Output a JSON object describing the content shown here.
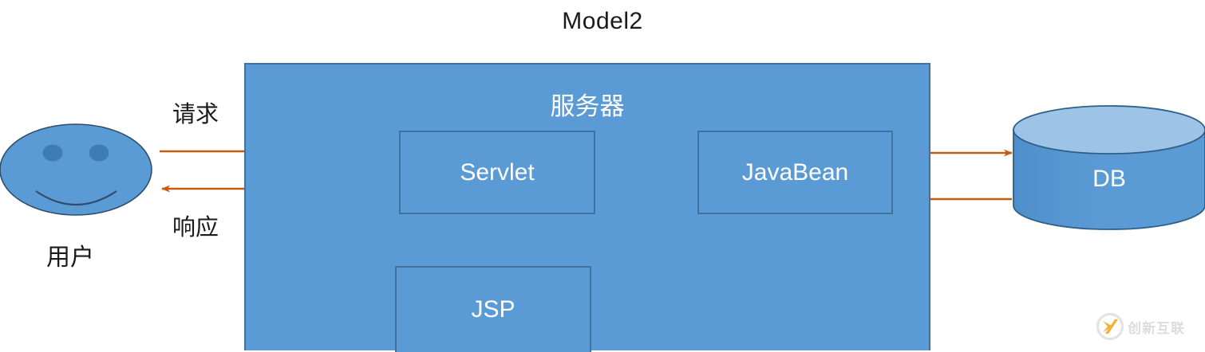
{
  "diagram": {
    "title": "Model2",
    "type": "architecture-flow",
    "colors": {
      "node_fill": "#5B9BD5",
      "node_border": "#41719C",
      "arrow": "#C55A11",
      "db_top_fill": "#9DC3E6",
      "text_on_fill": "#FFFFFF",
      "text_plain": "#1A1A1A"
    },
    "actor": {
      "name": "user-smiley",
      "label": "用户"
    },
    "server": {
      "label": "服务器",
      "nodes": [
        {
          "id": "servlet",
          "label": "Servlet"
        },
        {
          "id": "javabean",
          "label": "JavaBean"
        },
        {
          "id": "jsp",
          "label": "JSP"
        }
      ]
    },
    "database": {
      "label": "DB"
    },
    "edge_labels": {
      "request": "请求",
      "response": "响应"
    },
    "flows": [
      {
        "from": "用户",
        "to": "Servlet",
        "label": "请求"
      },
      {
        "from": "Servlet",
        "to": "JavaBean",
        "label": ""
      },
      {
        "from": "JavaBean",
        "to": "Servlet",
        "label": ""
      },
      {
        "from": "JavaBean",
        "to": "DB",
        "label": ""
      },
      {
        "from": "DB",
        "to": "JavaBean",
        "label": ""
      },
      {
        "from": "Servlet",
        "to": "JSP",
        "label": ""
      },
      {
        "from": "JSP",
        "to": "用户",
        "label": "响应"
      }
    ]
  },
  "watermark": {
    "text": "创新互联"
  }
}
